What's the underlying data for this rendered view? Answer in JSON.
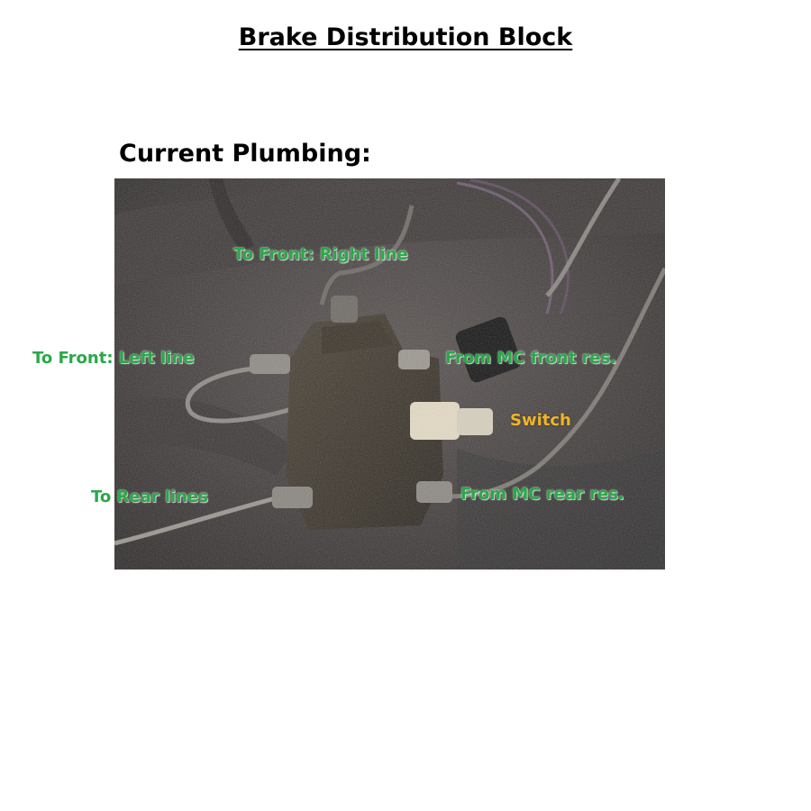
{
  "title": "Brake Distribution Block",
  "subtitle": "Current Plumbing:",
  "colors": {
    "label_green": "#2aa84a",
    "label_yellow": "#f0b429",
    "text": "#000000"
  },
  "labels": {
    "front_right": "To Front: Right line",
    "front_left": "To Front: Left line",
    "mc_front": "From MC front res.",
    "switch": "Switch",
    "rear_lines": "To Rear lines",
    "mc_rear": "From MC rear res."
  }
}
